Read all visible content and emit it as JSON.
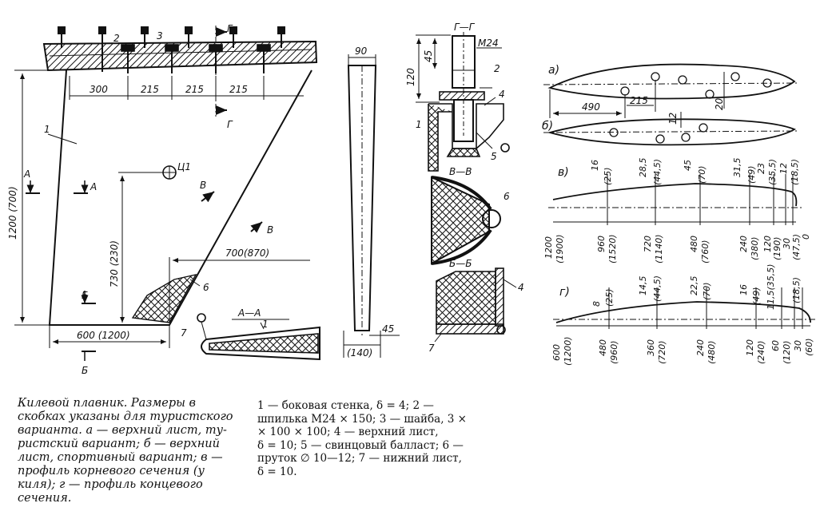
{
  "labels": {
    "section_g": "Г—Г",
    "section_v": "В—В",
    "section_b": "Б—Б",
    "section_a": "А—А",
    "cut_g": "Г",
    "cut_a": "А",
    "cut_b": "Б",
    "cut_v": "В",
    "bolt_label": "М24",
    "cg_label": "Ц1",
    "view_a": "а)",
    "view_b": "б)",
    "view_v": "в)",
    "view_g": "г)"
  },
  "parts": [
    "1",
    "2",
    "3",
    "4",
    "5",
    "6",
    "7"
  ],
  "dims_main": {
    "d300": "300",
    "d215a": "215",
    "d215b": "215",
    "d215c": "215",
    "d1200": "1200 (700)",
    "d730": "730 (230)",
    "d700": "700(870)",
    "d600": "600 (1200)"
  },
  "dims_side": {
    "d90": "90",
    "d45": "45",
    "d140": "(140)"
  },
  "dims_g": {
    "d120": "120",
    "d45": "45"
  },
  "dims_top": {
    "d490": "490",
    "d215": "215",
    "d12": "12",
    "d20": "20"
  },
  "profile_v": {
    "heights": [
      "16",
      "(25)",
      "28,5",
      "(44,5)",
      "45",
      "(70)",
      "31,5",
      "(49)",
      "23",
      "(35,5)",
      "12",
      "(18,5)"
    ],
    "stations": [
      "1200",
      "(1900)",
      "960",
      "(1520)",
      "720",
      "(1140)",
      "480",
      "(760)",
      "240",
      "(380)",
      "120",
      "(190)",
      "30",
      "(47,5)",
      "0"
    ]
  },
  "profile_g": {
    "heights": [
      "8",
      "(25)",
      "14,5",
      "(44,5)",
      "22,5",
      "(70)",
      "16",
      "(49)",
      "11,5(35,5)",
      "(18,5)"
    ],
    "stations": [
      "600",
      "(1200)",
      "480",
      "(960)",
      "360",
      "(720)",
      "240",
      "(480)",
      "120",
      "(240)",
      "60",
      "(120)",
      "30",
      "(60)"
    ]
  },
  "caption_left": [
    "Килевой плавник. Размеры в",
    "скобках указаны для туристского",
    "варианта. а — верхний лист, ту-",
    "ристский вариант; б — верхний",
    "лист, спортивный вариант; в —",
    "профиль корневого сечения (у",
    "киля); г — профиль концевого",
    "сечения."
  ],
  "caption_right": [
    "1 — боковая стенка, δ = 4; 2 —",
    "шпилька М24 × 150; 3 — шайба, 3 ×",
    "× 100 × 100; 4 — верхний лист,",
    "δ = 10; 5 — свинцовый балласт; 6 —",
    "пруток ∅ 10—12; 7 — нижний лист,",
    "δ = 10."
  ]
}
